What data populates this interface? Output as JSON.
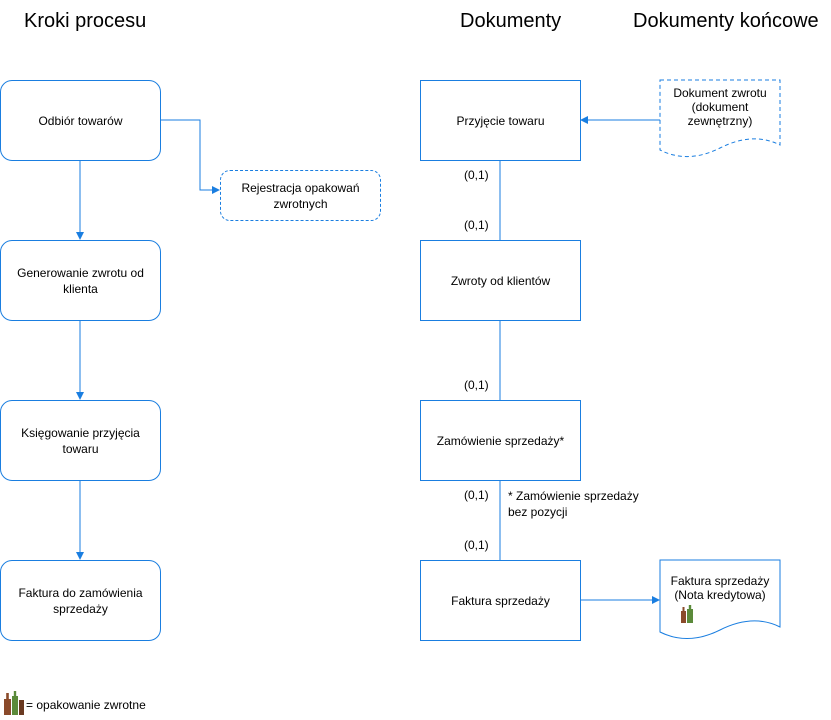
{
  "headings": {
    "process": "Kroki procesu",
    "documents": "Dokumenty",
    "final_documents": "Dokumenty końcowe"
  },
  "process_steps": [
    "Odbiór towarów",
    "Generowanie zwrotu od klienta",
    "Księgowanie przyjęcia towaru",
    "Faktura do zamówienia sprzedaży"
  ],
  "side_step": "Rejestracja opakowań zwrotnych",
  "documents": [
    "Przyjęcie towaru",
    "Zwroty od klientów",
    "Zamówienie sprzedaży*",
    "Faktura sprzedaży"
  ],
  "cardinalities": [
    "(0,1)",
    "(0,1)",
    "(0,1)",
    "(0,1)",
    "(0,1)"
  ],
  "note": [
    "* Zamówienie sprzedaży",
    "bez pozycji"
  ],
  "final_docs": {
    "return_doc": [
      "Dokument zwrotu",
      "(dokument",
      "zewnętrzny)"
    ],
    "invoice_doc": [
      "Faktura sprzedaży",
      "(Nota kredytowa)"
    ]
  },
  "legend": "= opakowanie zwrotne",
  "colors": {
    "line": "#1a7ee0",
    "bottle_green": "#5b8a3a",
    "bottle_brown": "#8a4a2a"
  },
  "icons": [
    "returnable-packaging-icon"
  ]
}
